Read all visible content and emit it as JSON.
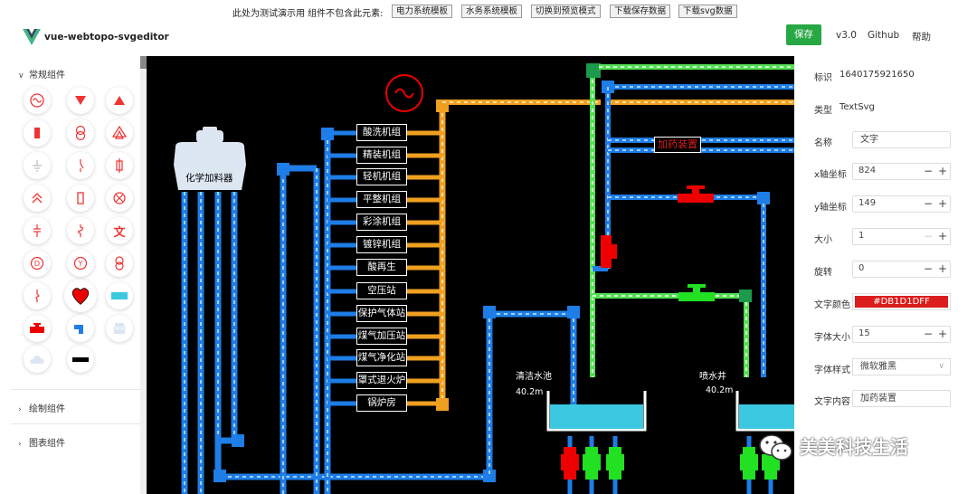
{
  "header": {
    "notice": "此处为测试演示用 组件不包含此元素:",
    "template_buttons": [
      "电力系统模板",
      "水务系统模板",
      "切换到预览模式",
      "下载保存数据",
      "下载svg数据"
    ],
    "logo_text": "vue-webtopo-svgeditor",
    "save_label": "保存",
    "version": "v3.0",
    "github": "Github",
    "help": "帮助"
  },
  "sidebar": {
    "groups": [
      {
        "label": "常规组件",
        "expanded": true
      },
      {
        "label": "绘制组件",
        "expanded": false
      },
      {
        "label": "图表组件",
        "expanded": false
      }
    ],
    "components": [
      "alternating-current-icon",
      "triangle-down-icon",
      "triangle-up-icon",
      "fuse-icon",
      "transformer-y-icon",
      "transformer-triangle-icon",
      "ground-icon",
      "switch-icon",
      "arrester-icon",
      "double-chevron-up-icon",
      "resistor-icon",
      "lamp-x-icon",
      "capacitor-icon",
      "coil-icon",
      "text-icon",
      "circle-d-icon",
      "circle-y-icon",
      "double-circle-icon",
      "broken-line-icon",
      "heart-icon",
      "cyan-tank-icon",
      "red-valve-icon",
      "blue-elbow-icon",
      "tower-icon",
      "cloud-icon",
      "black-bar-icon"
    ],
    "text_component_glyph": "文"
  },
  "canvas": {
    "feeder_label": "化学加料器",
    "machine_labels": [
      "酸洗机组",
      "精装机组",
      "轻机机组",
      "平整机组",
      "彩涂机组",
      "镀锌机组",
      "酸再生",
      "空压站",
      "保护气体站",
      "煤气加压站",
      "煤气净化站",
      "罩式退火炉",
      "锅炉房"
    ],
    "pool_left_label": "清洁水池",
    "pool_left_level": "40.2m",
    "pool_right_label": "喷水井",
    "pool_right_level": "40.2m",
    "dosing_label": "加药装置"
  },
  "properties": {
    "id_label": "标识",
    "id_value": "1640175921650",
    "type_label": "类型",
    "type_value": "TextSvg",
    "name_label": "名称",
    "name_value": "文字",
    "x_label": "x轴坐标",
    "x_value": "824",
    "y_label": "y轴坐标",
    "y_value": "149",
    "size_label": "大小",
    "size_value": "1",
    "rotate_label": "旋转",
    "rotate_value": "0",
    "color_label": "文字颜色",
    "color_value": "#DB1D1DFF",
    "fontsize_label": "字体大小",
    "fontsize_value": "15",
    "fontstyle_label": "字体样式",
    "fontstyle_value": "微软雅黑",
    "content_label": "文字内容",
    "content_value": "加药装置"
  },
  "watermark": "美美科技生活",
  "colors": {
    "accent": "#28a745",
    "pipe_blue": "#1e7de6",
    "pipe_orange": "#f0a020",
    "pipe_green": "#52e052",
    "text_red": "#DB1D1D",
    "water": "#3cc8e0"
  }
}
